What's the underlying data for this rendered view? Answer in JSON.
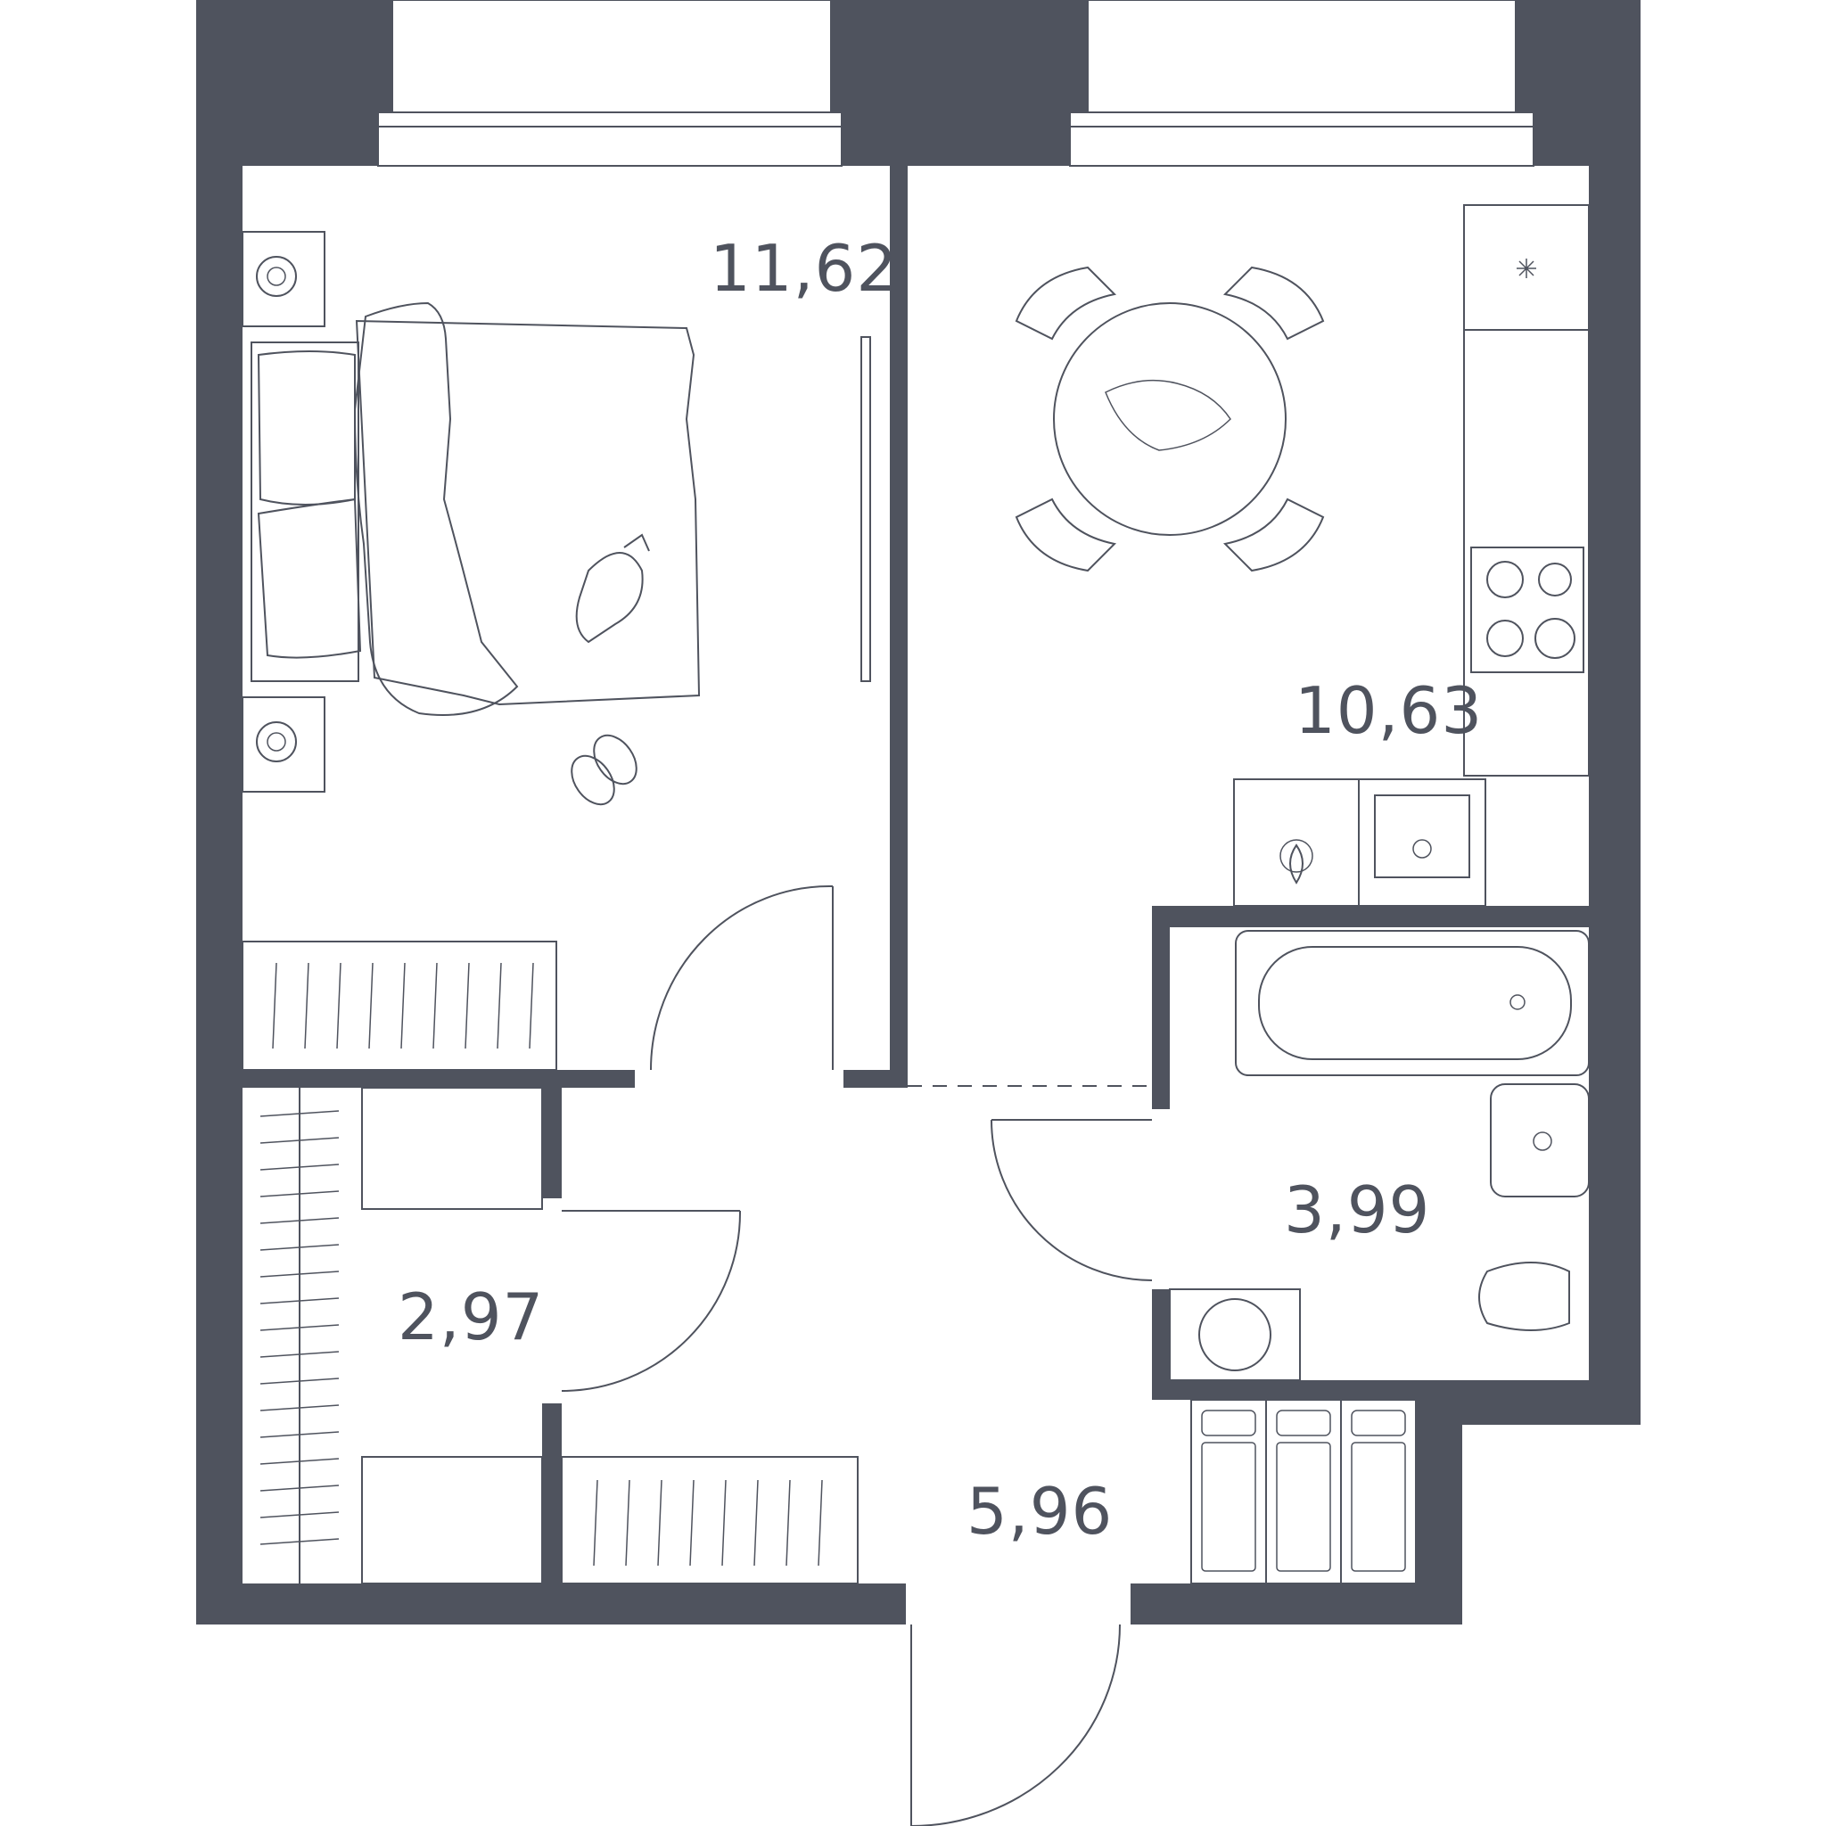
{
  "colors": {
    "wall": "#4f535e",
    "background": "#ffffff",
    "line": "#4f535e"
  },
  "rooms": [
    {
      "id": "bedroom",
      "label": "11,62"
    },
    {
      "id": "kitchen",
      "label": "10,63"
    },
    {
      "id": "bathroom",
      "label": "3,99"
    },
    {
      "id": "wardrobe",
      "label": "2,97"
    },
    {
      "id": "hallway",
      "label": "5,96"
    }
  ]
}
